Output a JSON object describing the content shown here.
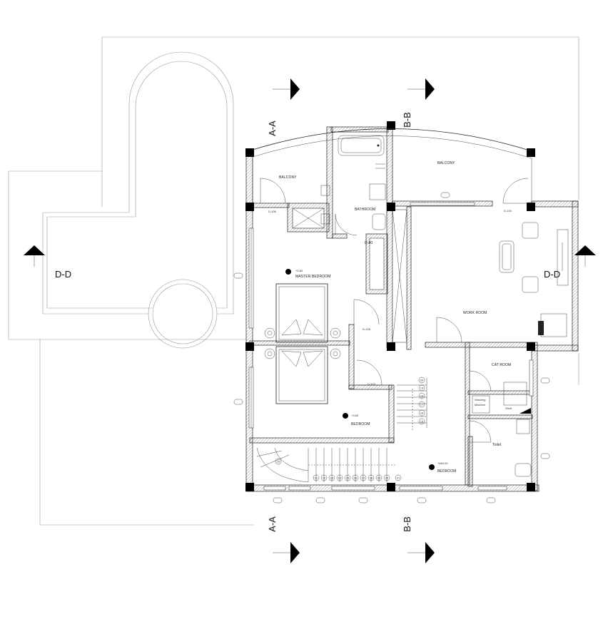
{
  "section_marks": {
    "a_top": "A-A",
    "a_bottom": "A-A",
    "b_top": "B-B",
    "b_bottom": "B-B",
    "d_left": "D-D",
    "d_right": "D-D"
  },
  "rooms": {
    "balcony_left": "BALCONY",
    "balcony_right": "BALCONY",
    "bathroom": "BATHROOM",
    "master_bedroom": "MASTER BEDROOM",
    "work_room": "WORK ROOM",
    "cat_room": "CAT ROOM",
    "bedroom_center": "BEDROOM",
    "bedroom_bottom": "BEDROOM",
    "toilet": "Toilet",
    "washing_machine_l1": "Washing",
    "washing_machine_l2": "Machine",
    "shelf": "Shelf"
  },
  "doors": {
    "d106": "D-106",
    "d100": "D-100",
    "d80": "D-80",
    "d105": "D-105",
    "d103": "D-103"
  },
  "levels": {
    "master_bedroom": "+5.80",
    "bedroom_center": "+3.80",
    "bedroom_bottom": "+460.00"
  },
  "stairs": {
    "upper_steps": [
      "20",
      "19",
      "18",
      "17",
      "16",
      "15"
    ],
    "lower_steps": [
      "11",
      "12",
      "13",
      "14",
      "15",
      "16",
      "17",
      "18",
      "19",
      "20",
      "21"
    ],
    "curve_step": "10"
  }
}
